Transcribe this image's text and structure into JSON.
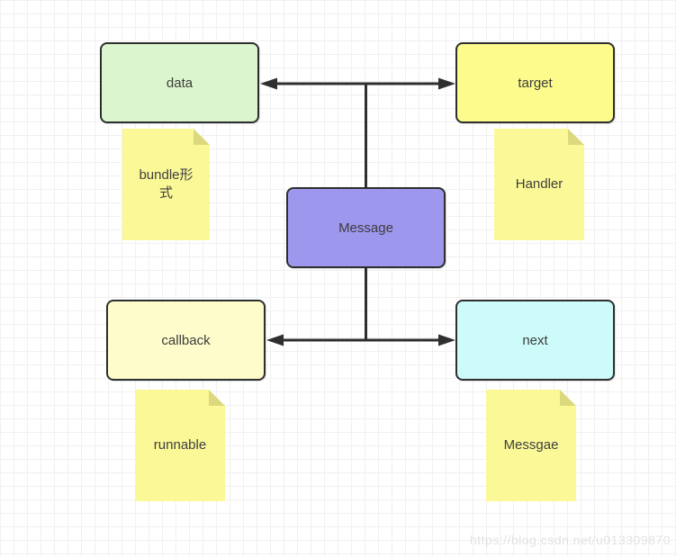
{
  "diagram": {
    "background": "#ffffff",
    "grid_color": "#f2f0f1",
    "connector_color": "#2f2f2f",
    "node_border": "#2e2e2e",
    "nodes": {
      "data": {
        "label": "data",
        "fill": "#dbf6ce"
      },
      "target": {
        "label": "target",
        "fill": "#fdfb8b"
      },
      "message": {
        "label": "Message",
        "fill": "#9e97ee"
      },
      "callback": {
        "label": "callback",
        "fill": "#fdfcca"
      },
      "next": {
        "label": "next",
        "fill": "#ccfbf9"
      }
    },
    "note_fill": "#fbf897",
    "note_fold": "#dcd87d",
    "notes": {
      "data_note": {
        "label": "bundle形式"
      },
      "target_note": {
        "label": "Handler"
      },
      "callback_note": {
        "label": "runnable"
      },
      "next_note": {
        "label": "Messgae"
      }
    }
  },
  "watermark": {
    "text": "https://blog.csdn.net/u013309870"
  }
}
